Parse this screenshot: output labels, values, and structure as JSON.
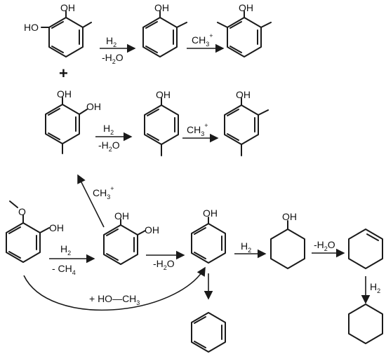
{
  "atoms": {
    "OH": "OH",
    "HO": "HO",
    "O": "O",
    "H": "H",
    "C": "C"
  },
  "reagents": {
    "hydrogen": "H",
    "hydrogen_sub": "2",
    "water_minus": "-H",
    "water_sub": "2",
    "water_o": "O",
    "methyl_cation": "CH",
    "methyl_sub": "3",
    "methyl_charge": "+",
    "methane_minus": "- CH",
    "methane_sub": "4",
    "methanol": "+ HO—CH",
    "methanol_sub": "3"
  },
  "plus_sign": "+"
}
